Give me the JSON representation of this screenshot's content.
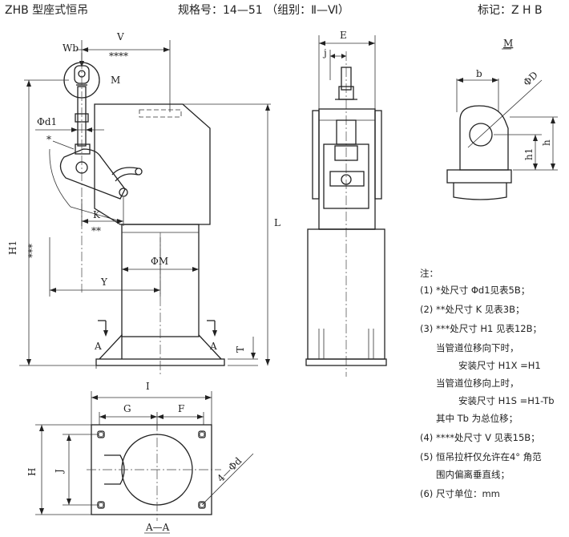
{
  "header": {
    "title": "ZHB 型座式恒吊",
    "spec": "规格号：14—51 （组别：Ⅱ—Ⅵ）",
    "mark": "标记：Z H B"
  },
  "front_view": {
    "labels": {
      "wb": "Wb",
      "v": "V",
      "v_stars": "****",
      "m": "M",
      "phi_d1": "Φd1",
      "star": "*",
      "k": "K",
      "k_stars": "**",
      "phi_m": "ΦM",
      "y": "Y",
      "h1": "H1",
      "h1_stars": "***",
      "l": "L",
      "a_left": "A",
      "a_right": "A",
      "t": "T"
    }
  },
  "side_view": {
    "labels": {
      "e": "E",
      "j": "j"
    }
  },
  "detail_m": {
    "labels": {
      "title": "M",
      "b": "b",
      "phi_d": "ΦD",
      "h1": "h1",
      "h": "h"
    }
  },
  "section_aa": {
    "labels": {
      "i": "I",
      "g": "G",
      "f": "F",
      "h": "H",
      "j": "J",
      "holes": "4—Φd",
      "title": "A—A"
    }
  },
  "notes": {
    "title": "注：",
    "items": [
      "(1) *处尺寸 Φd1见表5B；",
      "(2) **处尺寸 K 见表3B；",
      "(3) ***处尺寸 H1 见表12B；",
      "当管道位移向下时，",
      "安装尺寸 H1X =H1",
      "当管道位移向上时，",
      "安装尺寸 H1S =H1-Tb",
      "其中 Tb 为总位移；",
      "(4) ****处尺寸 V 见表15B；",
      "(5) 恒吊拉杆仅允许在4° 角范",
      "围内偏离垂直线；",
      "(6) 尺寸单位：mm"
    ]
  }
}
